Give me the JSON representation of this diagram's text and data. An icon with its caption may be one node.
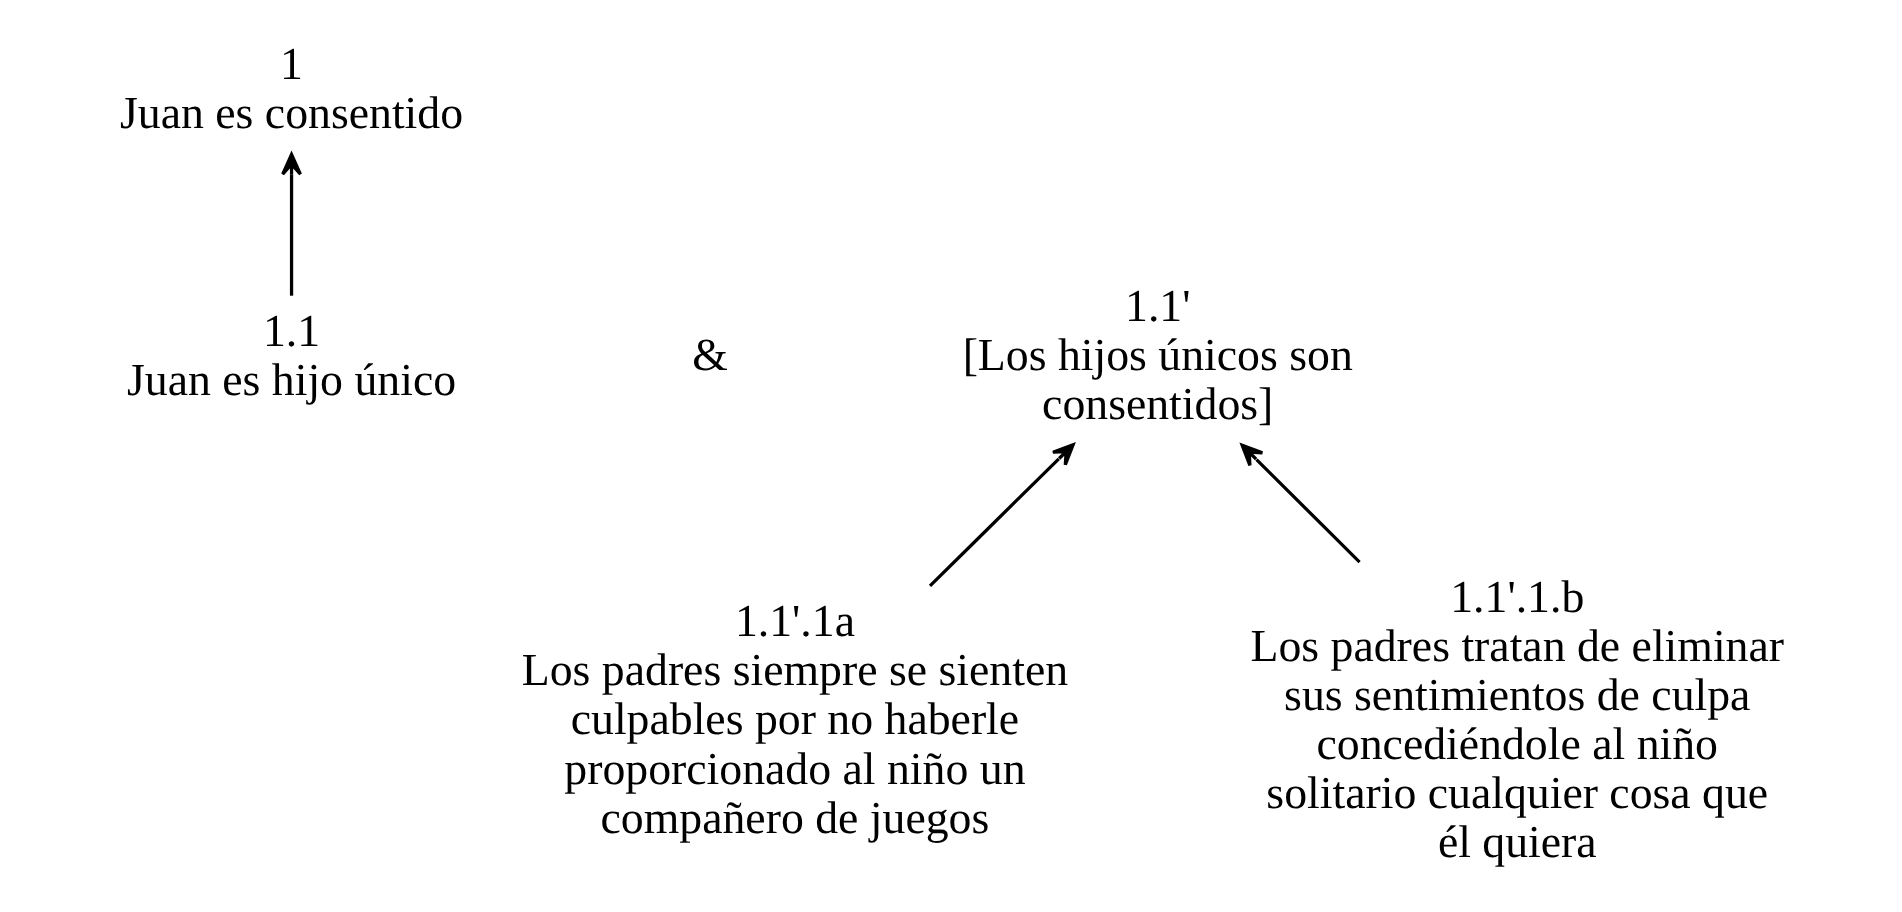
{
  "diagram": {
    "nodes": [
      {
        "text": [
          "1",
          "Juan es consentido"
        ]
      },
      {
        "text": [
          "1.1",
          "Juan es hijo único"
        ]
      },
      {
        "text": [
          "1.1'",
          "[Los hijos únicos son consentidos]"
        ]
      },
      {
        "text": [
          "1.1'.1a",
          "Los padres siempre se sienten culpables por no haberle proporcionado al niño un compañero de juegos"
        ]
      },
      {
        "text": [
          "1.1'.1.b",
          "Los padres tratan de eliminar sus sentimientos de culpa concediéndole al niño solitario cualquier cosa que él quiera"
        ]
      }
    ],
    "edges": [
      {
        "from": 1,
        "to": 0,
        "arrow": "to"
      },
      {
        "from": 3,
        "to": 2,
        "arrow": "to"
      },
      {
        "from": 4,
        "to": 2,
        "arrow": "to"
      }
    ],
    "labels": [
      "&"
    ]
  }
}
